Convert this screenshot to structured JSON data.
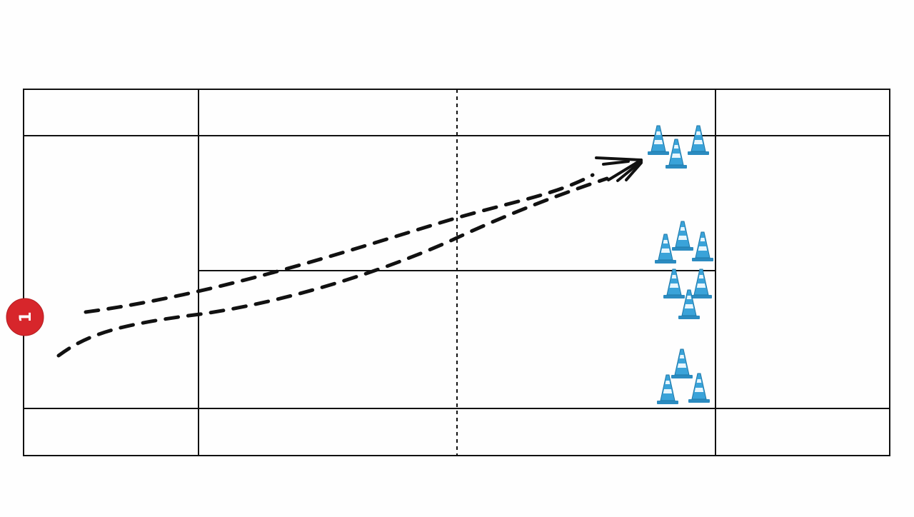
{
  "player_marker": {
    "label": "1",
    "color": "#d7262b"
  },
  "cones": {
    "color": "#3aa3d9",
    "groups": [
      {
        "name": "cone-group-top",
        "count": 3
      },
      {
        "name": "cone-group-upper-middle",
        "count": 3
      },
      {
        "name": "cone-group-lower-middle",
        "count": 3
      },
      {
        "name": "cone-group-bottom",
        "count": 3
      }
    ]
  },
  "paths": {
    "style": "dashed",
    "count": 2,
    "ends_with": "arrow"
  },
  "court": {
    "line_color": "#111111",
    "center_line": "dashed"
  }
}
